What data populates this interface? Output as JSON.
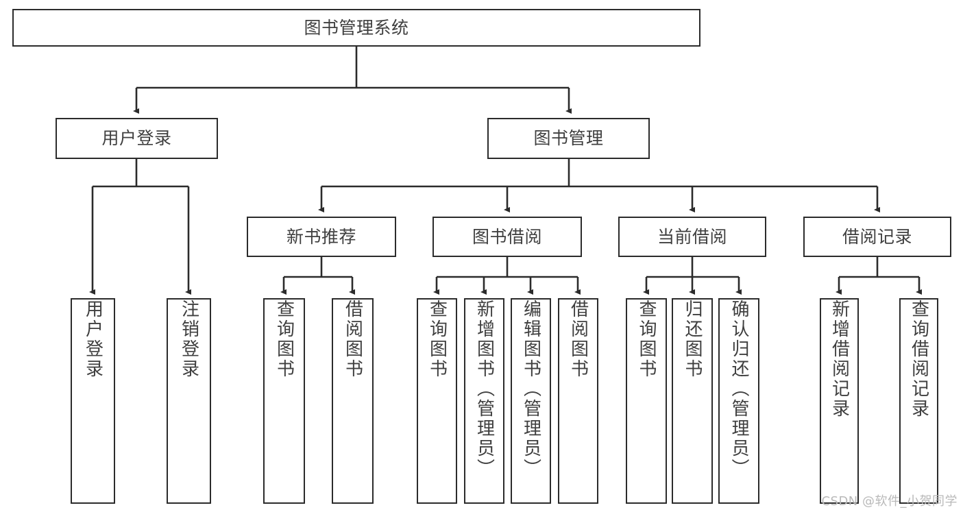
{
  "diagram": {
    "root": {
      "label": "图书管理系统"
    },
    "level1": [
      {
        "label": "用户登录"
      },
      {
        "label": "图书管理"
      }
    ],
    "level2": [
      {
        "label": "新书推荐"
      },
      {
        "label": "图书借阅"
      },
      {
        "label": "当前借阅"
      },
      {
        "label": "借阅记录"
      }
    ],
    "leaves": {
      "user_login": [
        {
          "label": "用户登录"
        },
        {
          "label": "注销登录"
        }
      ],
      "new_book": [
        {
          "label": "查询图书"
        },
        {
          "label": "借阅图书"
        }
      ],
      "book_borrow": [
        {
          "label": "查询图书"
        },
        {
          "label": "新增图书（管理员）"
        },
        {
          "label": "编辑图书（管理员）"
        },
        {
          "label": "借阅图书"
        }
      ],
      "current_borrow": [
        {
          "label": "查询图书"
        },
        {
          "label": "归还图书"
        },
        {
          "label": "确认归还（管理员）"
        }
      ],
      "borrow_record": [
        {
          "label": "新增借阅记录"
        },
        {
          "label": "查询借阅记录"
        }
      ]
    }
  },
  "watermark": {
    "text": "CSDN @软件_小贺同学"
  },
  "colors": {
    "stroke": "#2b2b2b",
    "text": "#3f3f3f",
    "background": "#ffffff",
    "watermark": "#b9b9b9"
  }
}
